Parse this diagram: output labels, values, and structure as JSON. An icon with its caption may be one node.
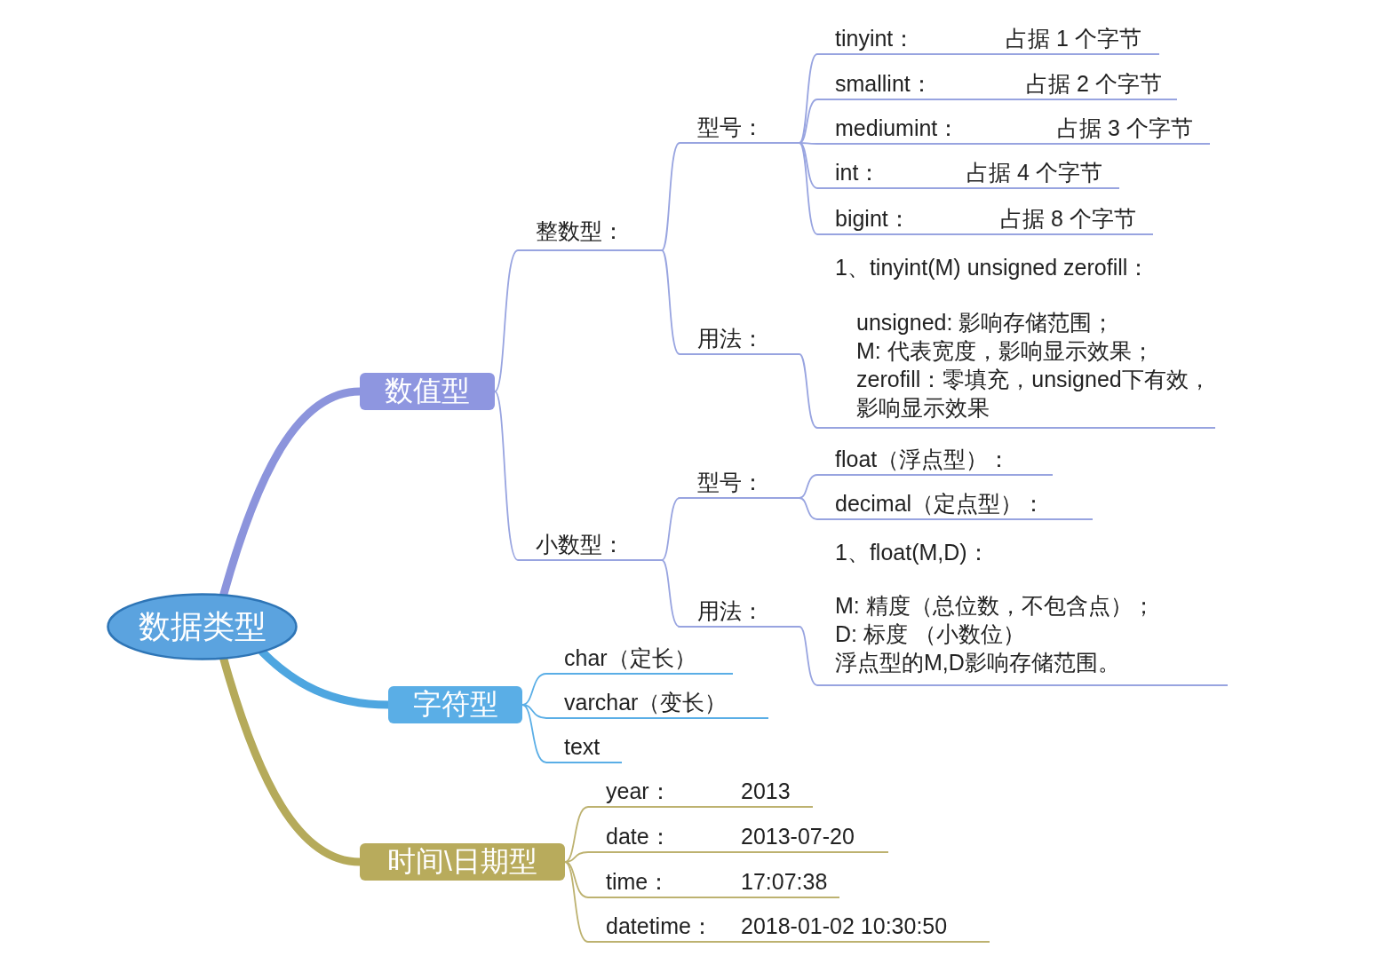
{
  "diagram": {
    "nodes": [
      {
        "text": [
          "数据类型"
        ]
      },
      {
        "text": [
          "数值型"
        ]
      },
      {
        "text": [
          "整数型："
        ]
      },
      {
        "text": [
          "型号："
        ]
      },
      {
        "text": [
          "tinyint：",
          "占据 1 个字节"
        ]
      },
      {
        "text": [
          "smallint：",
          "占据 2 个字节"
        ]
      },
      {
        "text": [
          "mediumint：",
          "占据 3 个字节"
        ]
      },
      {
        "text": [
          "int：",
          "占据 4 个字节"
        ]
      },
      {
        "text": [
          "bigint：",
          "占据 8 个字节"
        ]
      },
      {
        "text": [
          "用法："
        ]
      },
      {
        "text": [
          "1、tinyint(M) unsigned zerofill：",
          "unsigned: 影响存储范围；",
          "M: 代表宽度，影响显示效果；",
          "zerofill：零填充，unsigned下有效，影响显示效果"
        ]
      },
      {
        "text": [
          "小数型："
        ]
      },
      {
        "text": [
          "型号："
        ]
      },
      {
        "text": [
          "float（浮点型）："
        ]
      },
      {
        "text": [
          "decimal（定点型）："
        ]
      },
      {
        "text": [
          "用法："
        ]
      },
      {
        "text": [
          "1、float(M,D)：",
          "M: 精度（总位数，不包含点）；",
          "D: 标度 （小数位）",
          "浮点型的M,D影响存储范围。"
        ]
      },
      {
        "text": [
          "字符型"
        ]
      },
      {
        "text": [
          "char（定长）"
        ]
      },
      {
        "text": [
          "varchar（变长）"
        ]
      },
      {
        "text": [
          "text"
        ]
      },
      {
        "text": [
          "时间\\日期型"
        ]
      },
      {
        "text": [
          "year：",
          "2013"
        ]
      },
      {
        "text": [
          "date：",
          "2013-07-20"
        ]
      },
      {
        "text": [
          "time：",
          "17:07:38"
        ]
      },
      {
        "text": [
          "datetime：",
          "2018-01-02 10:30:50"
        ]
      }
    ],
    "edges": [
      {
        "from": 0,
        "to": 1,
        "arrow": "none",
        "style": "thick",
        "color": "#8c94dc"
      },
      {
        "from": 1,
        "to": 2,
        "arrow": "none"
      },
      {
        "from": 2,
        "to": 3,
        "arrow": "none"
      },
      {
        "from": 3,
        "to": 4,
        "arrow": "none"
      },
      {
        "from": 3,
        "to": 5,
        "arrow": "none"
      },
      {
        "from": 3,
        "to": 6,
        "arrow": "none"
      },
      {
        "from": 3,
        "to": 7,
        "arrow": "none"
      },
      {
        "from": 3,
        "to": 8,
        "arrow": "none"
      },
      {
        "from": 2,
        "to": 9,
        "arrow": "none"
      },
      {
        "from": 9,
        "to": 10,
        "arrow": "none"
      },
      {
        "from": 1,
        "to": 11,
        "arrow": "none"
      },
      {
        "from": 11,
        "to": 12,
        "arrow": "none"
      },
      {
        "from": 12,
        "to": 13,
        "arrow": "none"
      },
      {
        "from": 12,
        "to": 14,
        "arrow": "none"
      },
      {
        "from": 11,
        "to": 15,
        "arrow": "none"
      },
      {
        "from": 15,
        "to": 16,
        "arrow": "none"
      },
      {
        "from": 0,
        "to": 17,
        "arrow": "none",
        "style": "thick",
        "color": "#4ea6e0"
      },
      {
        "from": 17,
        "to": 18,
        "arrow": "none",
        "color": "#5aaee6"
      },
      {
        "from": 17,
        "to": 19,
        "arrow": "none",
        "color": "#5aaee6"
      },
      {
        "from": 17,
        "to": 20,
        "arrow": "none",
        "color": "#5aaee6"
      },
      {
        "from": 0,
        "to": 21,
        "arrow": "none",
        "style": "thick",
        "color": "#b5aa5a"
      },
      {
        "from": 21,
        "to": 22,
        "arrow": "none",
        "color": "#bdb270"
      },
      {
        "from": 21,
        "to": 23,
        "arrow": "none",
        "color": "#bdb270"
      },
      {
        "from": 21,
        "to": 24,
        "arrow": "none",
        "color": "#bdb270"
      },
      {
        "from": 21,
        "to": 25,
        "arrow": "none",
        "color": "#bdb270"
      }
    ]
  }
}
